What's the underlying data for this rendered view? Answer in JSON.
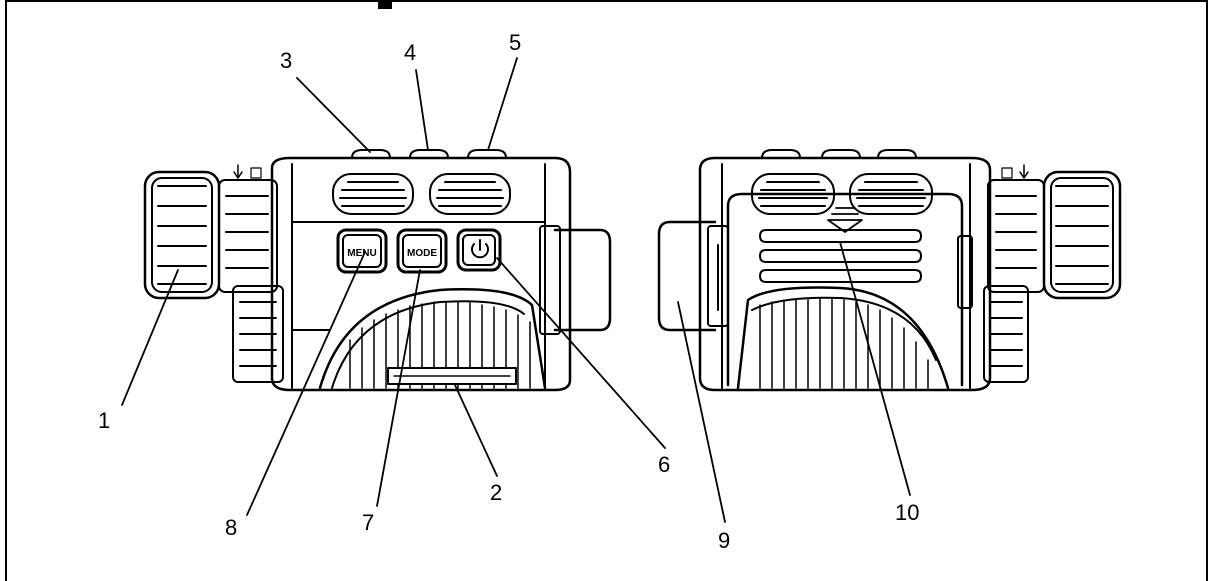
{
  "diagram": {
    "left_buttons": {
      "menu": "MENU",
      "mode": "MODE"
    },
    "callouts": [
      "1",
      "2",
      "3",
      "4",
      "5",
      "6",
      "7",
      "8",
      "9",
      "10"
    ],
    "line_color": "#000000",
    "background": "#ffffff"
  }
}
